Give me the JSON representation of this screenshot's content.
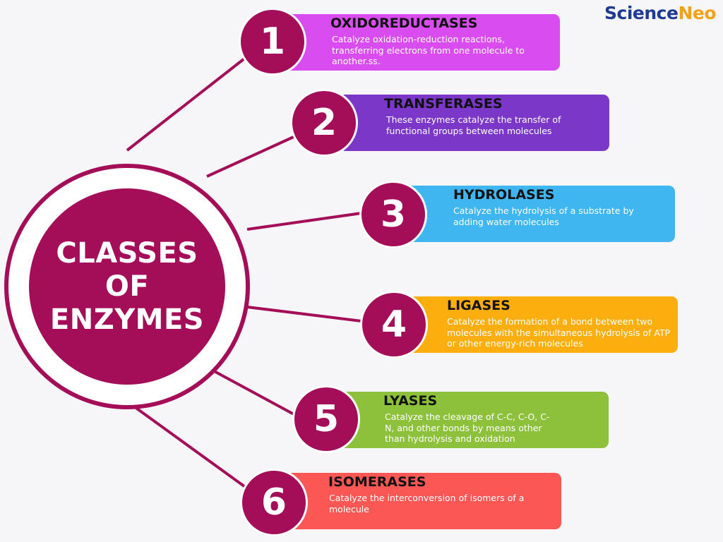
{
  "brand": {
    "name_part1": "Science",
    "name_part2": "Neo",
    "color_part1": "#1f3a93",
    "color_part2": "#f0a31a"
  },
  "hub": {
    "title_line1": "CLASSES",
    "title_line2": "OF",
    "title_line3": "ENZYMES",
    "color": "#a40e58"
  },
  "classes": [
    {
      "number": "1",
      "title": "OXIDOREDUCTASES",
      "description": "Catalyze oxidation-reduction reactions, transferring electrons from one molecule to another.ss.",
      "color": "#d94df0"
    },
    {
      "number": "2",
      "title": "TRANSFERASES",
      "description": "These enzymes catalyze the transfer of functional groups between molecules",
      "color": "#7a37c8"
    },
    {
      "number": "3",
      "title": "HYDROLASES",
      "description": "Catalyze the hydrolysis of a substrate by adding water molecules",
      "color": "#3fb6ef"
    },
    {
      "number": "4",
      "title": "LIGASES",
      "description": "Catalyze the formation of a bond between two molecules with the simultaneous hydrolysis of ATP or other energy-rich molecules",
      "color": "#fcae0e"
    },
    {
      "number": "5",
      "title": "LYASES",
      "description": "Catalyze the cleavage of C-C, C-O, C-N, and other bonds by means other than hydrolysis and oxidation",
      "color": "#8dc13b"
    },
    {
      "number": "6",
      "title": "ISOMERASES",
      "description": "Catalyze the interconversion of isomers of a molecule",
      "color": "#fb5755"
    }
  ]
}
